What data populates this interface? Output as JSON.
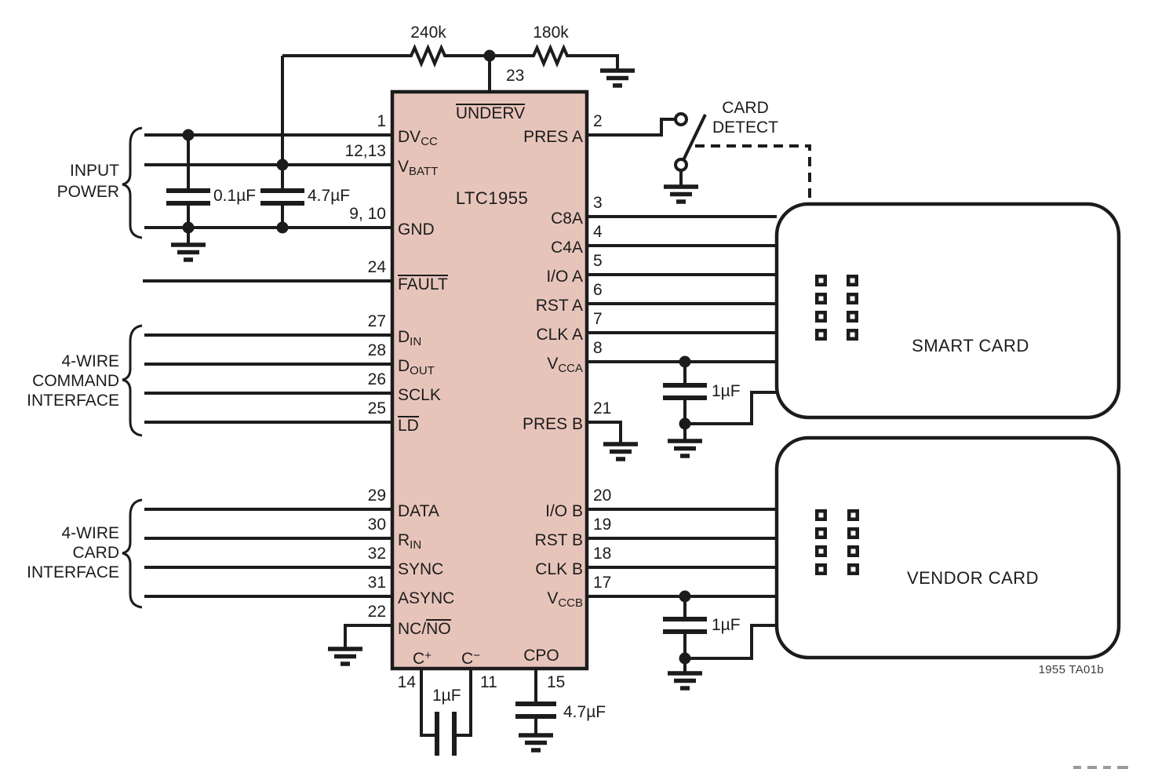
{
  "ic": {
    "part": "LTC1955",
    "top_pin": {
      "num": "23",
      "name": "UNDERV"
    },
    "left_pins": [
      {
        "num": "1",
        "name": "DV",
        "sub": "CC"
      },
      {
        "num": "12,13",
        "name": "V",
        "sub": "BATT"
      },
      {
        "num": "9, 10",
        "name": "GND"
      },
      {
        "num": "24",
        "name": "FAULT"
      },
      {
        "num": "27",
        "name": "D",
        "sub": "IN"
      },
      {
        "num": "28",
        "name": "D",
        "sub": "OUT"
      },
      {
        "num": "26",
        "name": "SCLK"
      },
      {
        "num": "25",
        "name": "LD"
      },
      {
        "num": "29",
        "name": "DATA"
      },
      {
        "num": "30",
        "name": "R",
        "sub": "IN"
      },
      {
        "num": "32",
        "name": "SYNC"
      },
      {
        "num": "31",
        "name": "ASYNC"
      },
      {
        "num": "22",
        "name": "NC/",
        "name_overline": "NO"
      }
    ],
    "right_pins": [
      {
        "num": "2",
        "name": "PRES A"
      },
      {
        "num": "3",
        "name": "C8A"
      },
      {
        "num": "4",
        "name": "C4A"
      },
      {
        "num": "5",
        "name": "I/O A"
      },
      {
        "num": "6",
        "name": "RST A"
      },
      {
        "num": "7",
        "name": "CLK A"
      },
      {
        "num": "8",
        "name": "V",
        "sub": "CCA"
      },
      {
        "num": "21",
        "name": "PRES B"
      },
      {
        "num": "20",
        "name": "I/O B"
      },
      {
        "num": "19",
        "name": "RST B"
      },
      {
        "num": "18",
        "name": "CLK B"
      },
      {
        "num": "17",
        "name": "V",
        "sub": "CCB"
      }
    ],
    "bottom_pins": [
      {
        "num": "14",
        "name": "C",
        "sup": "+"
      },
      {
        "num": "11",
        "name": "C",
        "sup": "−"
      },
      {
        "num": "15",
        "name": "CPO"
      }
    ]
  },
  "components": {
    "r_underv_pullup": "240k",
    "r_underv_lower": "180k",
    "c_dvcc_bypass": "0.1µF",
    "c_vbatt_bulk": "4.7µF",
    "c_vcca": "1µF",
    "c_vccb": "1µF",
    "c_flying": "1µF",
    "c_cpo": "4.7µF"
  },
  "labels": {
    "input_power": [
      "INPUT",
      "POWER"
    ],
    "command_interface": [
      "4-WIRE",
      "COMMAND",
      "INTERFACE"
    ],
    "card_interface": [
      "4-WIRE",
      "CARD",
      "INTERFACE"
    ],
    "card_detect": [
      "CARD",
      "DETECT"
    ]
  },
  "cards": {
    "smart": "SMART CARD",
    "vendor": "VENDOR CARD"
  },
  "footer": {
    "note": "1955 TA01b"
  },
  "colors": {
    "ic_fill": "#e7c4ba",
    "line": "#1c1c1c"
  }
}
